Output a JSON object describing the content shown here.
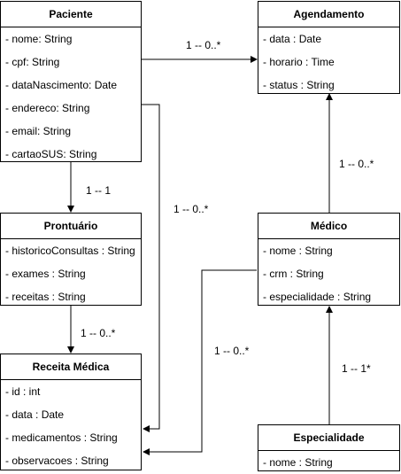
{
  "classes": {
    "paciente": {
      "name": "Paciente",
      "attributes": [
        "- nome: String",
        "- cpf: String",
        "- dataNascimento: Date",
        "- endereco: String",
        "- email: String",
        "- cartaoSUS: String"
      ]
    },
    "agendamento": {
      "name": "Agendamento",
      "attributes": [
        "- data : Date",
        "- horario : Time",
        "- status : String"
      ]
    },
    "prontuario": {
      "name": "Prontuário",
      "attributes": [
        "- historicoConsultas : String",
        "- exames : String",
        "- receitas : String"
      ]
    },
    "medico": {
      "name": "Médico",
      "attributes": [
        "- nome : String",
        "- crm : String",
        "- especialidade : String"
      ]
    },
    "receita": {
      "name": "Receita Médica",
      "attributes": [
        "- id : int",
        "- data : Date",
        "- medicamentos : String",
        "- observacoes : String"
      ]
    },
    "especialidade": {
      "name": "Especialidade",
      "attributes": [
        "- nome : String"
      ]
    }
  },
  "associations": {
    "paciente_agendamento": "1 -- 0..*",
    "paciente_prontuario": "1 -- 1",
    "paciente_receita": "1 -- 0..*",
    "medico_agendamento": "1 -- 0..*",
    "prontuario_receita": "1 -- 0..*",
    "medico_receita": "1 -- 0..*",
    "especialidade_medico": "1 -- 1*"
  }
}
